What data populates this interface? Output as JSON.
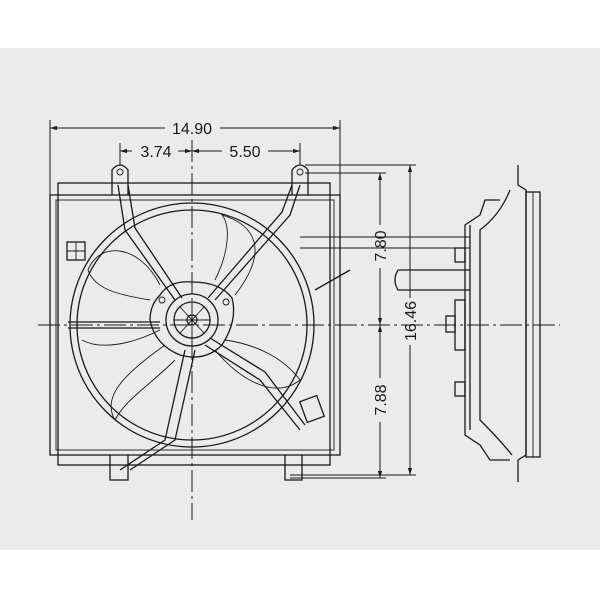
{
  "drawing": {
    "dimensions": {
      "overall_width": "14.90",
      "left_offset": "3.74",
      "right_offset": "5.50",
      "upper_height": "7.80",
      "lower_height": "7.88",
      "overall_height": "16.46"
    },
    "colors": {
      "background": "#ebebeb",
      "line": "#1a1a1a"
    }
  }
}
